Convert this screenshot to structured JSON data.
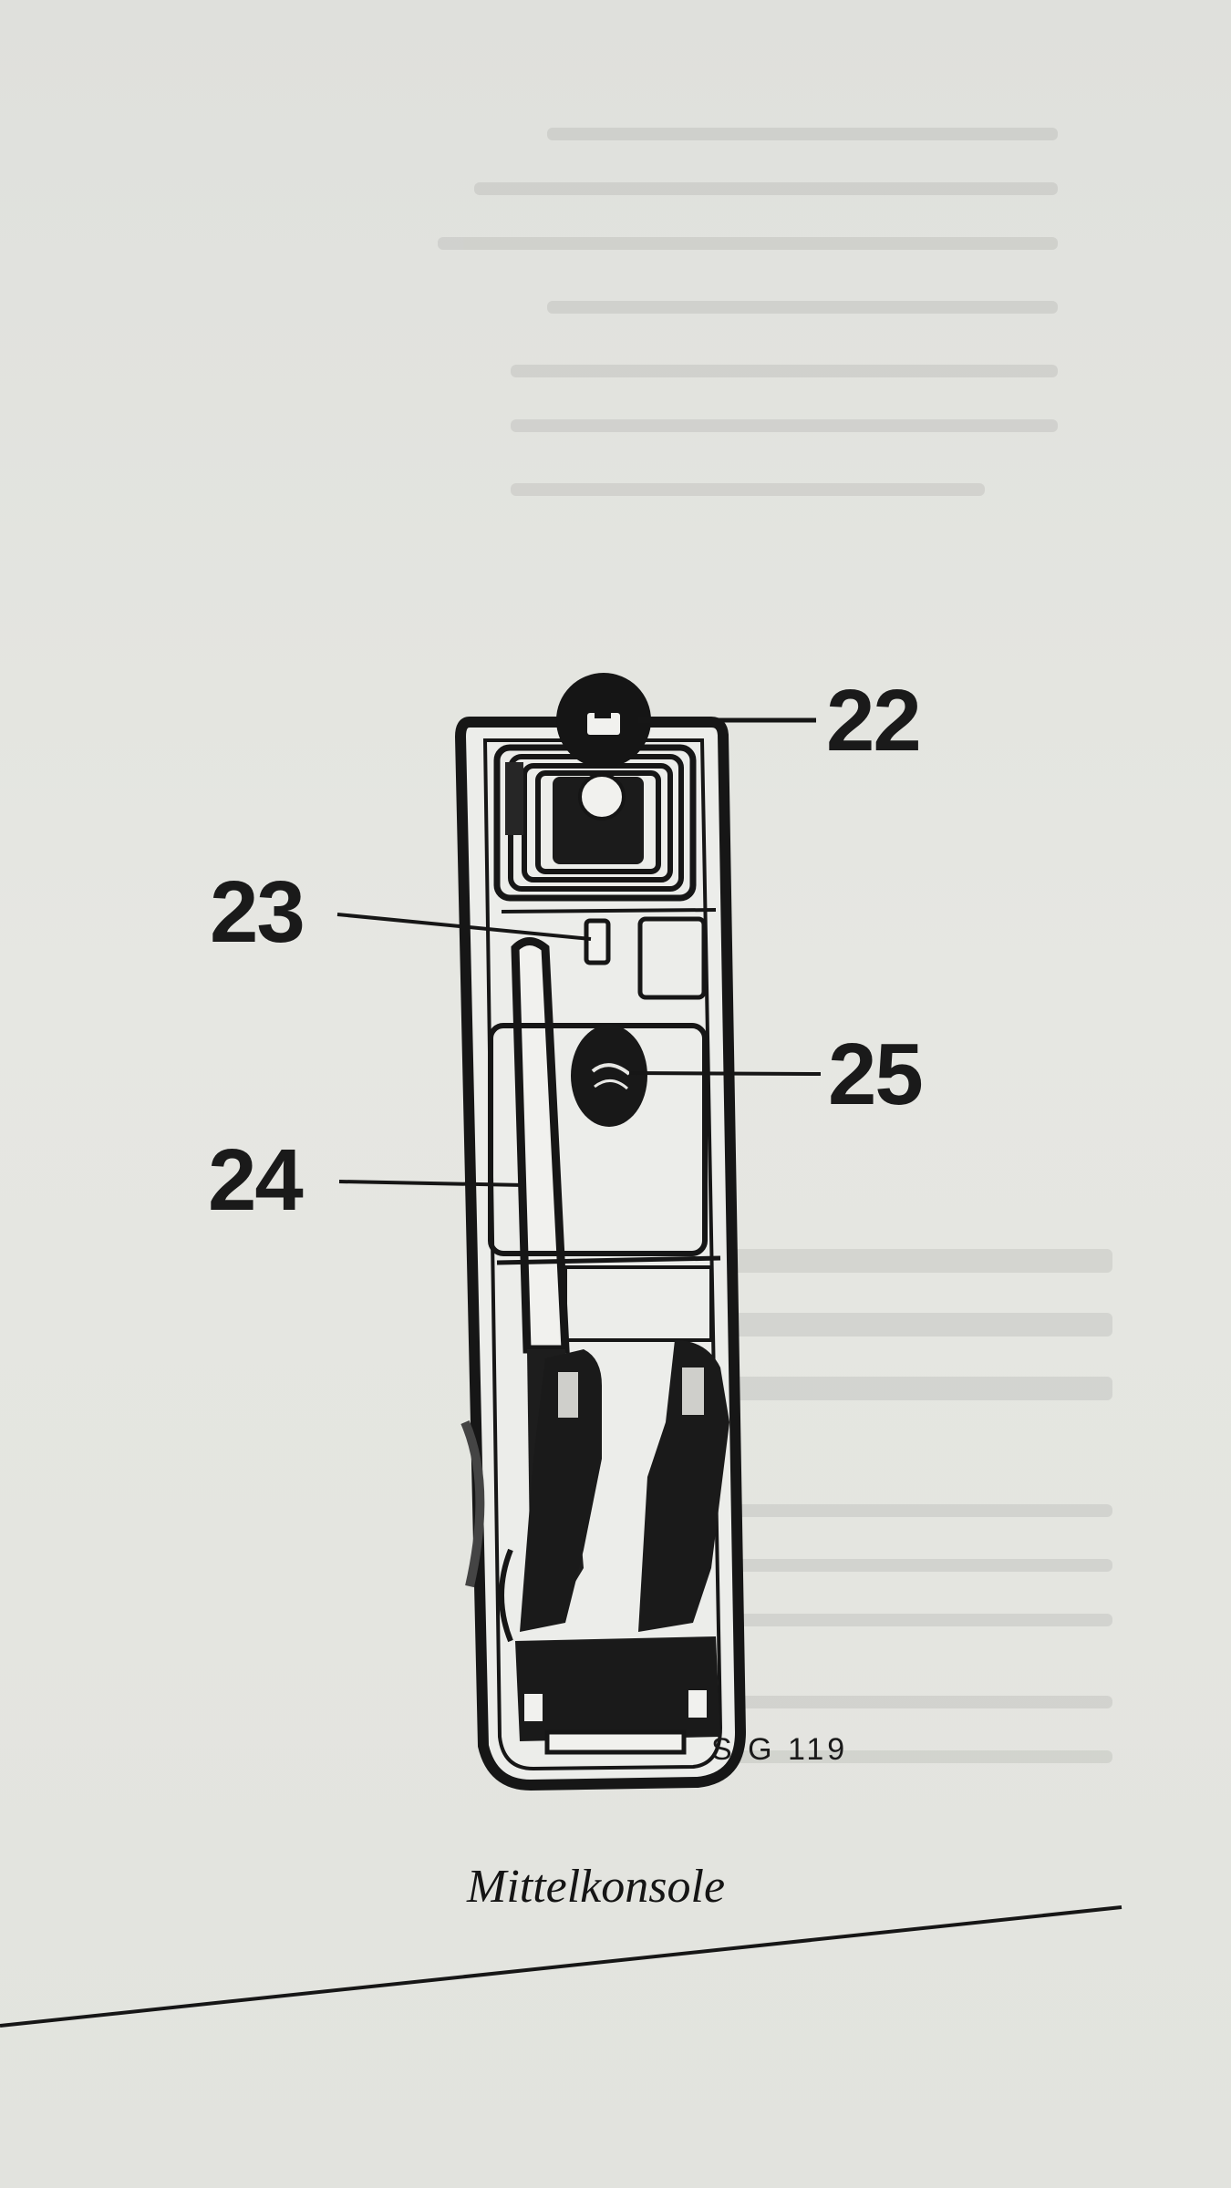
{
  "figure": {
    "callouts": [
      {
        "id": "22",
        "label": "22"
      },
      {
        "id": "23",
        "label": "23"
      },
      {
        "id": "24",
        "label": "24"
      },
      {
        "id": "25",
        "label": "25"
      }
    ],
    "code": "S G 119",
    "caption": "Mittelkonsole"
  }
}
